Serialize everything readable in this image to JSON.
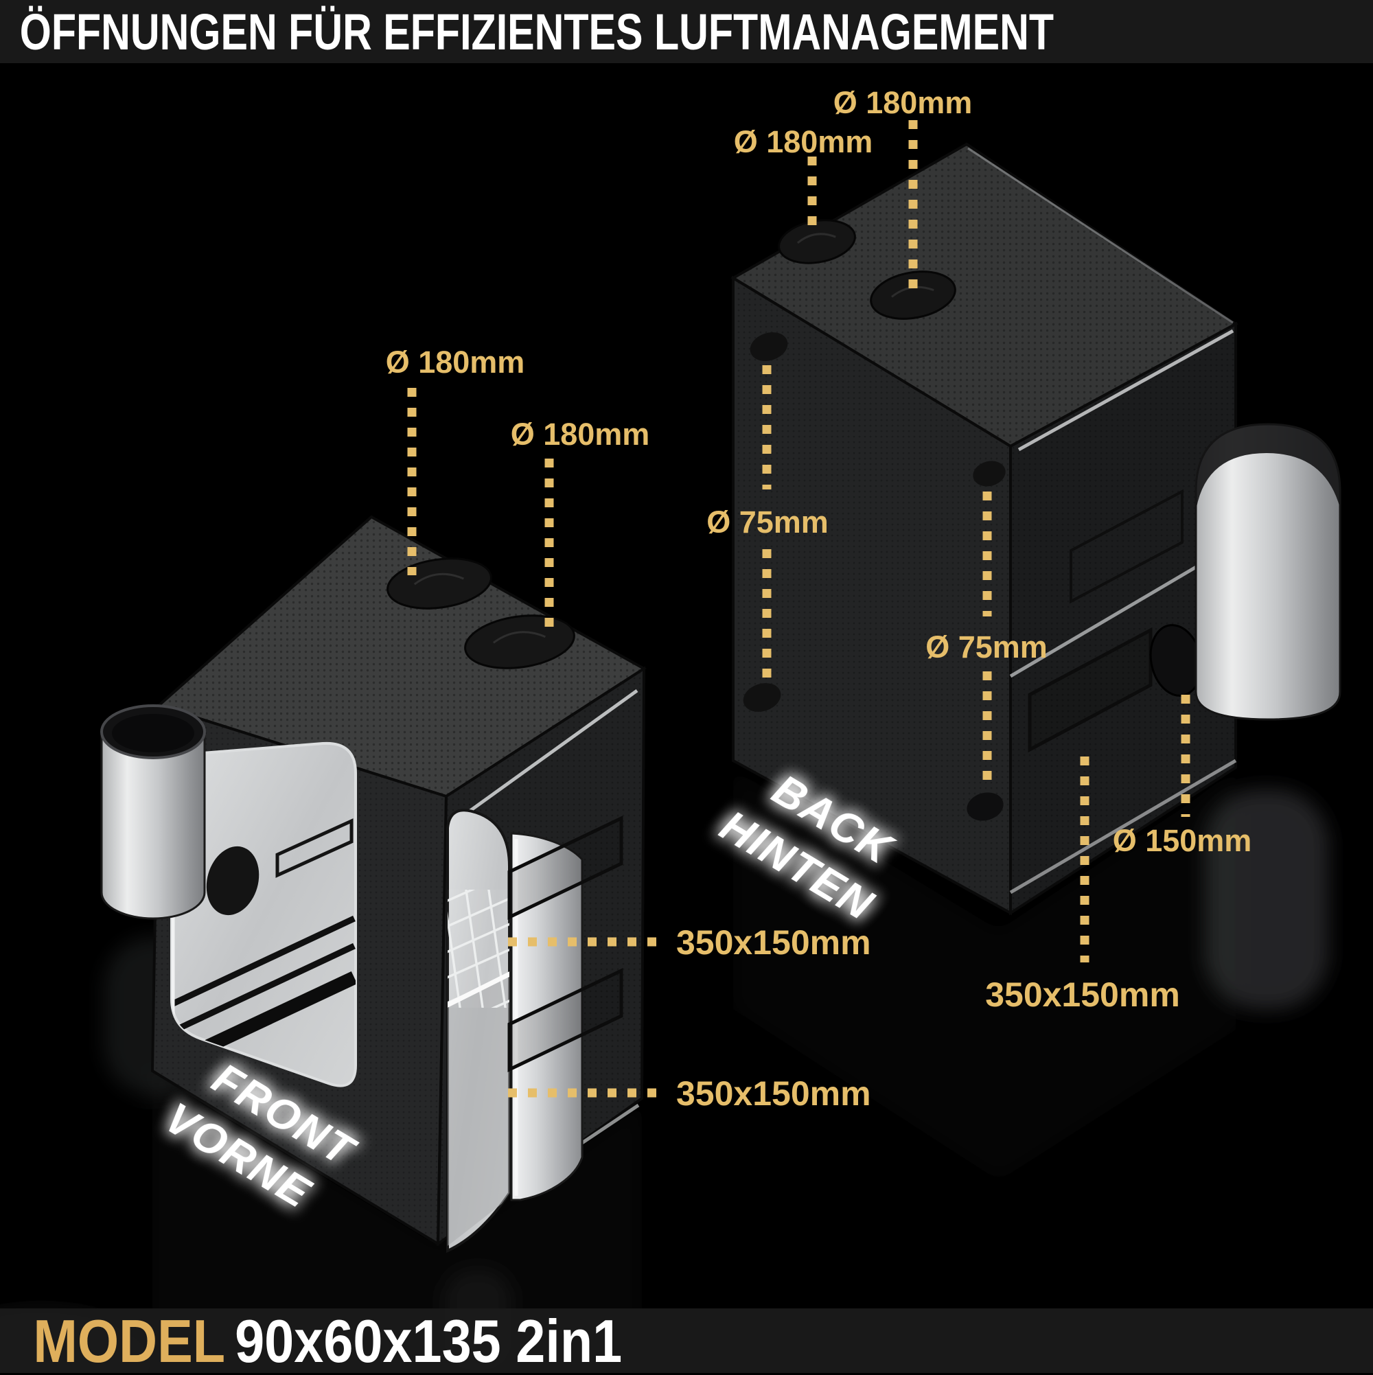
{
  "header": {
    "title": "ÖFFNUNGEN FÜR EFFIZIENTES LUFTMANAGEMENT"
  },
  "footer": {
    "model_label": "MODEL",
    "model_value": "90x60x135 2in1"
  },
  "colors": {
    "accent_gold": "#E6BE6A",
    "background": "#000000",
    "bar_background": "#191919",
    "caption_white": "#FFFFFF",
    "silver": "#C6C8CA"
  },
  "front_view": {
    "caption_line1": "FRONT",
    "caption_line2": "VORNE",
    "top_vent_labels": [
      "Ø 180mm",
      "Ø 180mm"
    ],
    "side_vent_labels": [
      "350x150mm",
      "350x150mm"
    ]
  },
  "back_view": {
    "caption_line1": "BACK",
    "caption_line2": "HINTEN",
    "top_vent_labels": [
      "Ø 180mm",
      "Ø 180mm"
    ],
    "cable_port_labels": [
      "Ø 75mm",
      "Ø 75mm"
    ],
    "duct_vent_label": "Ø 150mm",
    "rect_vent_label": "350x150mm"
  }
}
